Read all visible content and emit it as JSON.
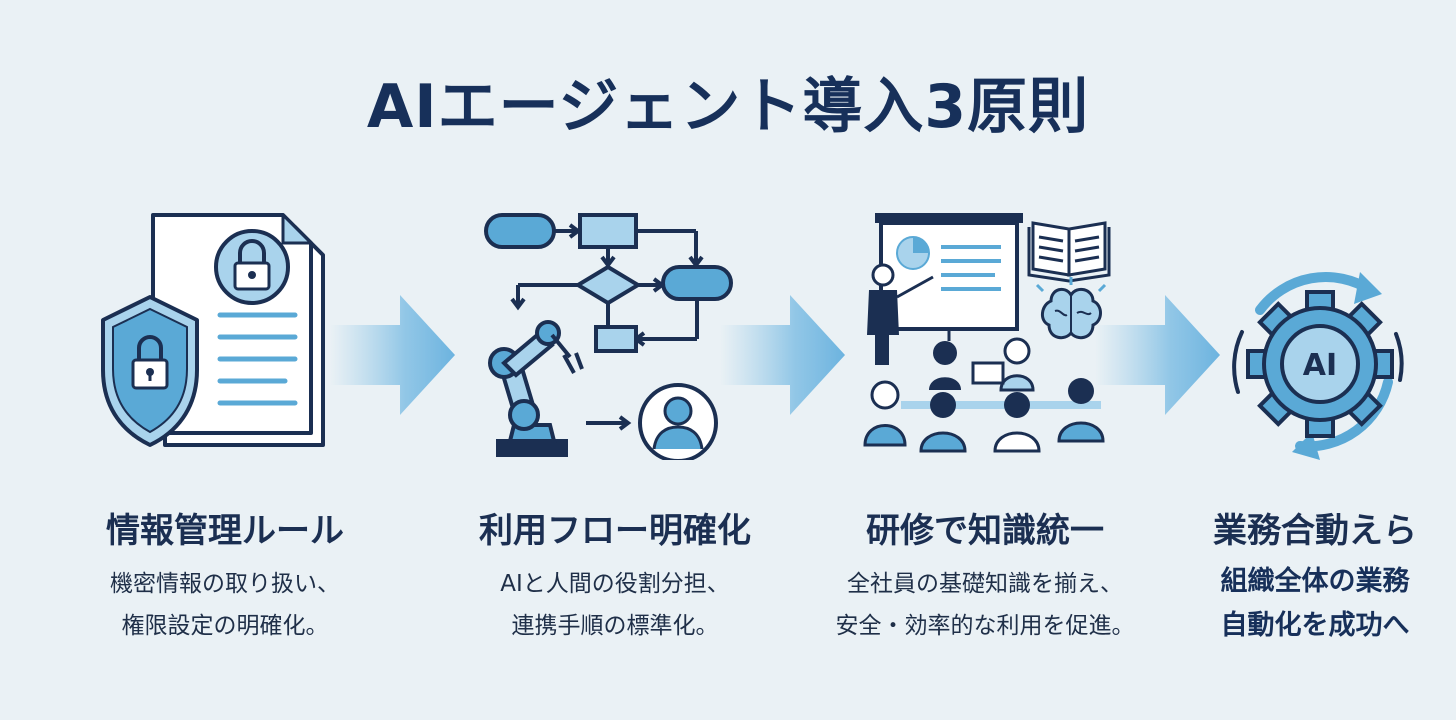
{
  "title": "AIエージェント導入3原則",
  "steps": [
    {
      "heading": "情報管理ルール",
      "lines": [
        "機密情報の取り扱い、",
        "権限設定の明確化。"
      ],
      "icons": [
        "document-icon",
        "lock-icon",
        "shield-lock-icon"
      ]
    },
    {
      "heading": "利用フロー明確化",
      "lines": [
        "AIと人間の役割分担、",
        "連携手順の標準化。"
      ],
      "icons": [
        "flowchart-icon",
        "robot-arm-icon",
        "person-icon"
      ]
    },
    {
      "heading": "研修で知識統一",
      "lines": [
        "全社員の基礎知識を揃え、",
        "安全・効率的な利用を促進。"
      ],
      "icons": [
        "presentation-board-icon",
        "open-book-icon",
        "brain-icon",
        "audience-icon"
      ]
    },
    {
      "heading": "業務合動えら",
      "lines": [
        "組織全体の業務",
        "自動化を成功へ"
      ],
      "icons": [
        "ai-gear-cycle-icon"
      ],
      "gear_label": "AI"
    }
  ],
  "colors": {
    "navy": "#1b2f52",
    "accent_blue": "#5aa9d6",
    "light_blue": "#a9d3ec",
    "background": "#eaf1f5"
  }
}
